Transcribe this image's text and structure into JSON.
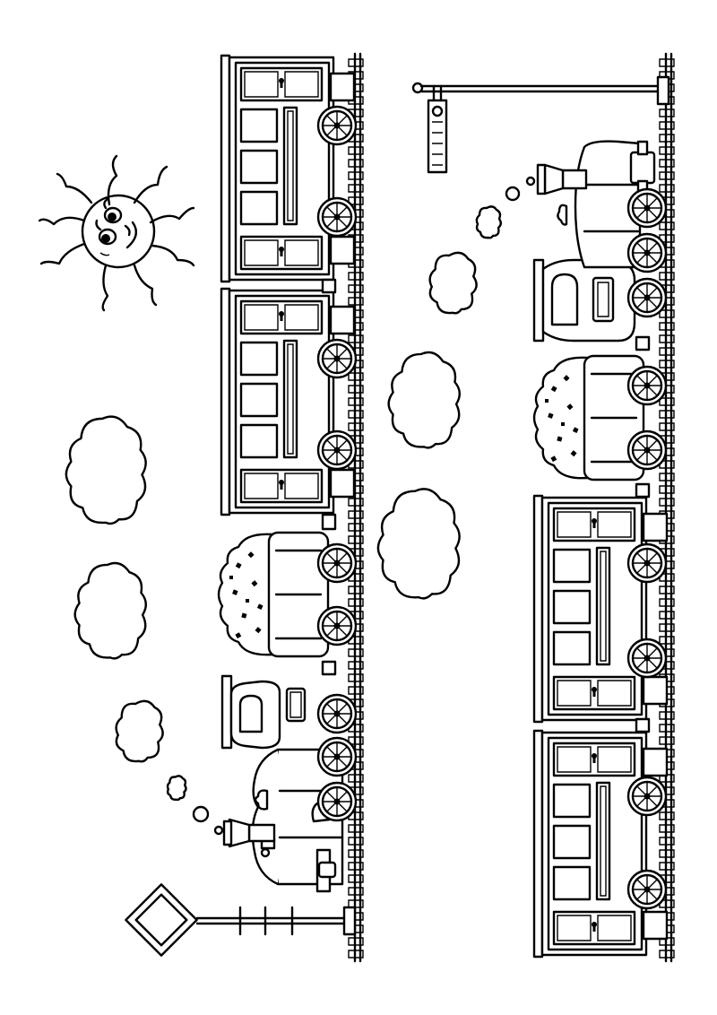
{
  "scene": {
    "title": "",
    "colors": {
      "line": "#000000",
      "paper": "#ffffff"
    },
    "trains": [
      {
        "id": "left",
        "cars": [
          "locomotive",
          "coal-tender",
          "passenger-car",
          "passenger-car"
        ]
      },
      {
        "id": "right",
        "cars": [
          "locomotive",
          "coal-tender",
          "passenger-car",
          "passenger-car"
        ]
      }
    ],
    "objects": [
      "sun",
      "clouds",
      "steam-puffs",
      "rail-tracks",
      "diamond-road-sign",
      "railway-signal"
    ]
  }
}
